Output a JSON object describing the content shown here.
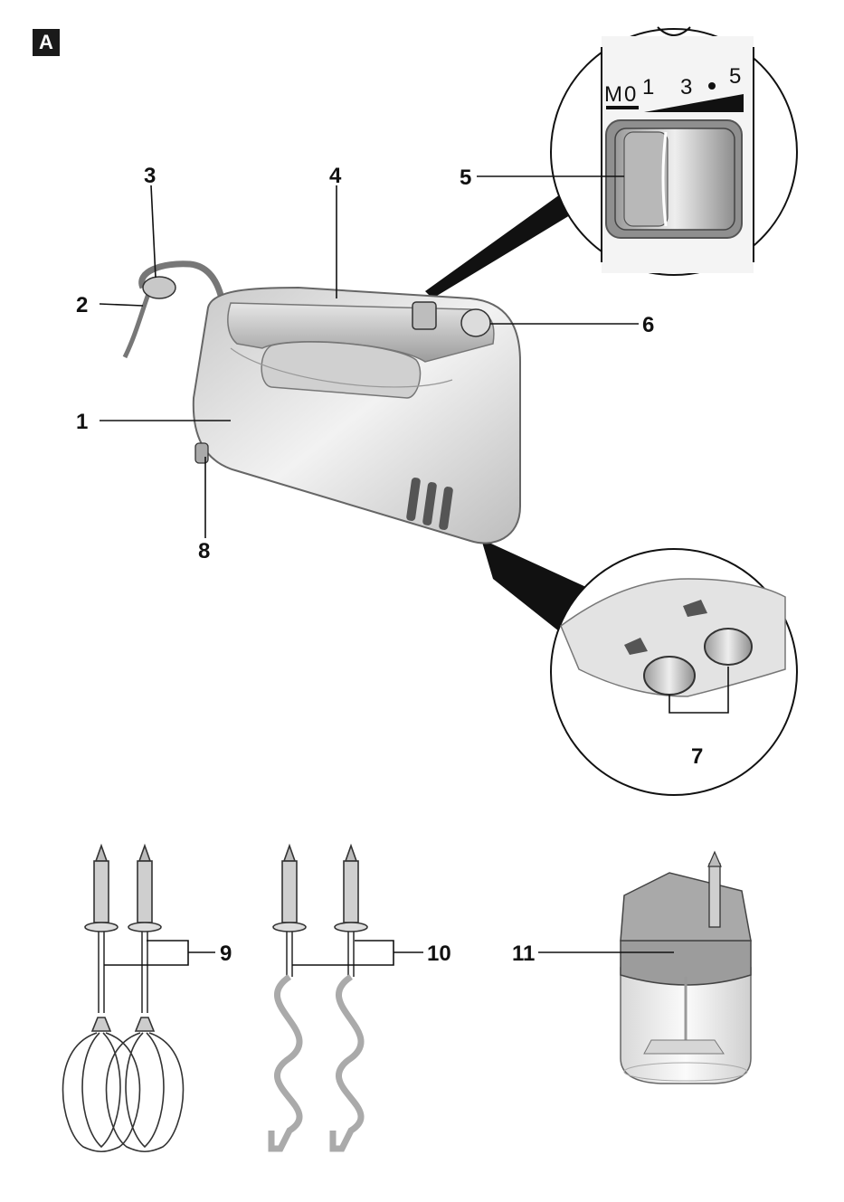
{
  "figure_label": "A",
  "parts": [
    {
      "id": "1",
      "label": "1"
    },
    {
      "id": "2",
      "label": "2"
    },
    {
      "id": "3",
      "label": "3"
    },
    {
      "id": "4",
      "label": "4"
    },
    {
      "id": "5",
      "label": "5"
    },
    {
      "id": "6",
      "label": "6"
    },
    {
      "id": "7",
      "label": "7"
    },
    {
      "id": "8",
      "label": "8"
    },
    {
      "id": "9",
      "label": "9"
    },
    {
      "id": "10",
      "label": "10"
    },
    {
      "id": "11",
      "label": "11"
    }
  ],
  "speed_switch": {
    "settings": [
      "M",
      "0",
      "1",
      "3",
      "5"
    ]
  }
}
